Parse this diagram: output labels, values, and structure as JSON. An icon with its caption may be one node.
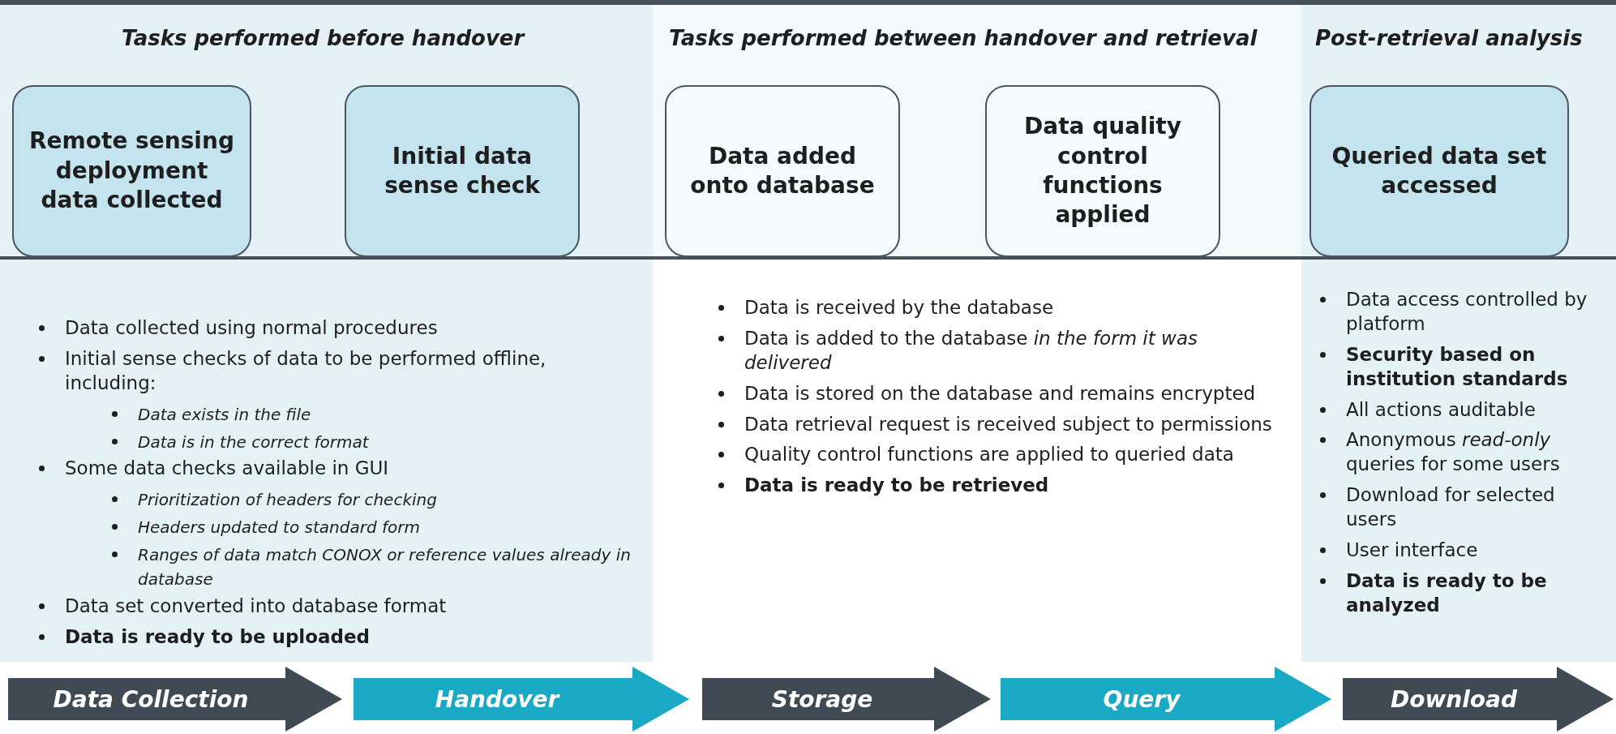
{
  "diagram": {
    "nodes": [
      {
        "text": [
          "Remote sensing deployment data collected"
        ]
      },
      {
        "text": [
          "Initial data sense check"
        ]
      },
      {
        "text": [
          "Data added onto database"
        ]
      },
      {
        "text": [
          "Data quality control functions applied"
        ]
      },
      {
        "text": [
          "Queried data set accessed"
        ]
      },
      {
        "text": [
          "Data Collection"
        ]
      },
      {
        "text": [
          "Handover"
        ]
      },
      {
        "text": [
          "Storage"
        ]
      },
      {
        "text": [
          "Query"
        ]
      },
      {
        "text": [
          "Download"
        ]
      }
    ],
    "labels": [
      "Tasks performed before handover",
      "Tasks performed between handover and retrieval",
      "Post-retrieval analysis",
      "Data collected using normal procedures",
      "Initial sense checks of data to be performed offline, including:",
      "Data exists in the file",
      "Data is in the correct format",
      "Some data checks available in GUI",
      "Prioritization of headers for checking",
      "Headers updated to standard form",
      "Ranges of data match CONOX or reference values already in database",
      "Data set converted into database format",
      "Data is ready to be uploaded",
      "Data is received by the database",
      "Data is added to the database *in the form it was delivered*",
      "Data is stored on the database and remains encrypted",
      "Data retrieval request is received subject to permissions",
      "Quality control functions are applied to queried data",
      "Data is ready to be retrieved",
      "Data access controlled by platform",
      "Security based on institution standards",
      "All actions auditable",
      "Anonymous *read-only* queries for some users",
      "Download for selected users",
      "User interface",
      "Data is ready to be analyzed"
    ]
  }
}
